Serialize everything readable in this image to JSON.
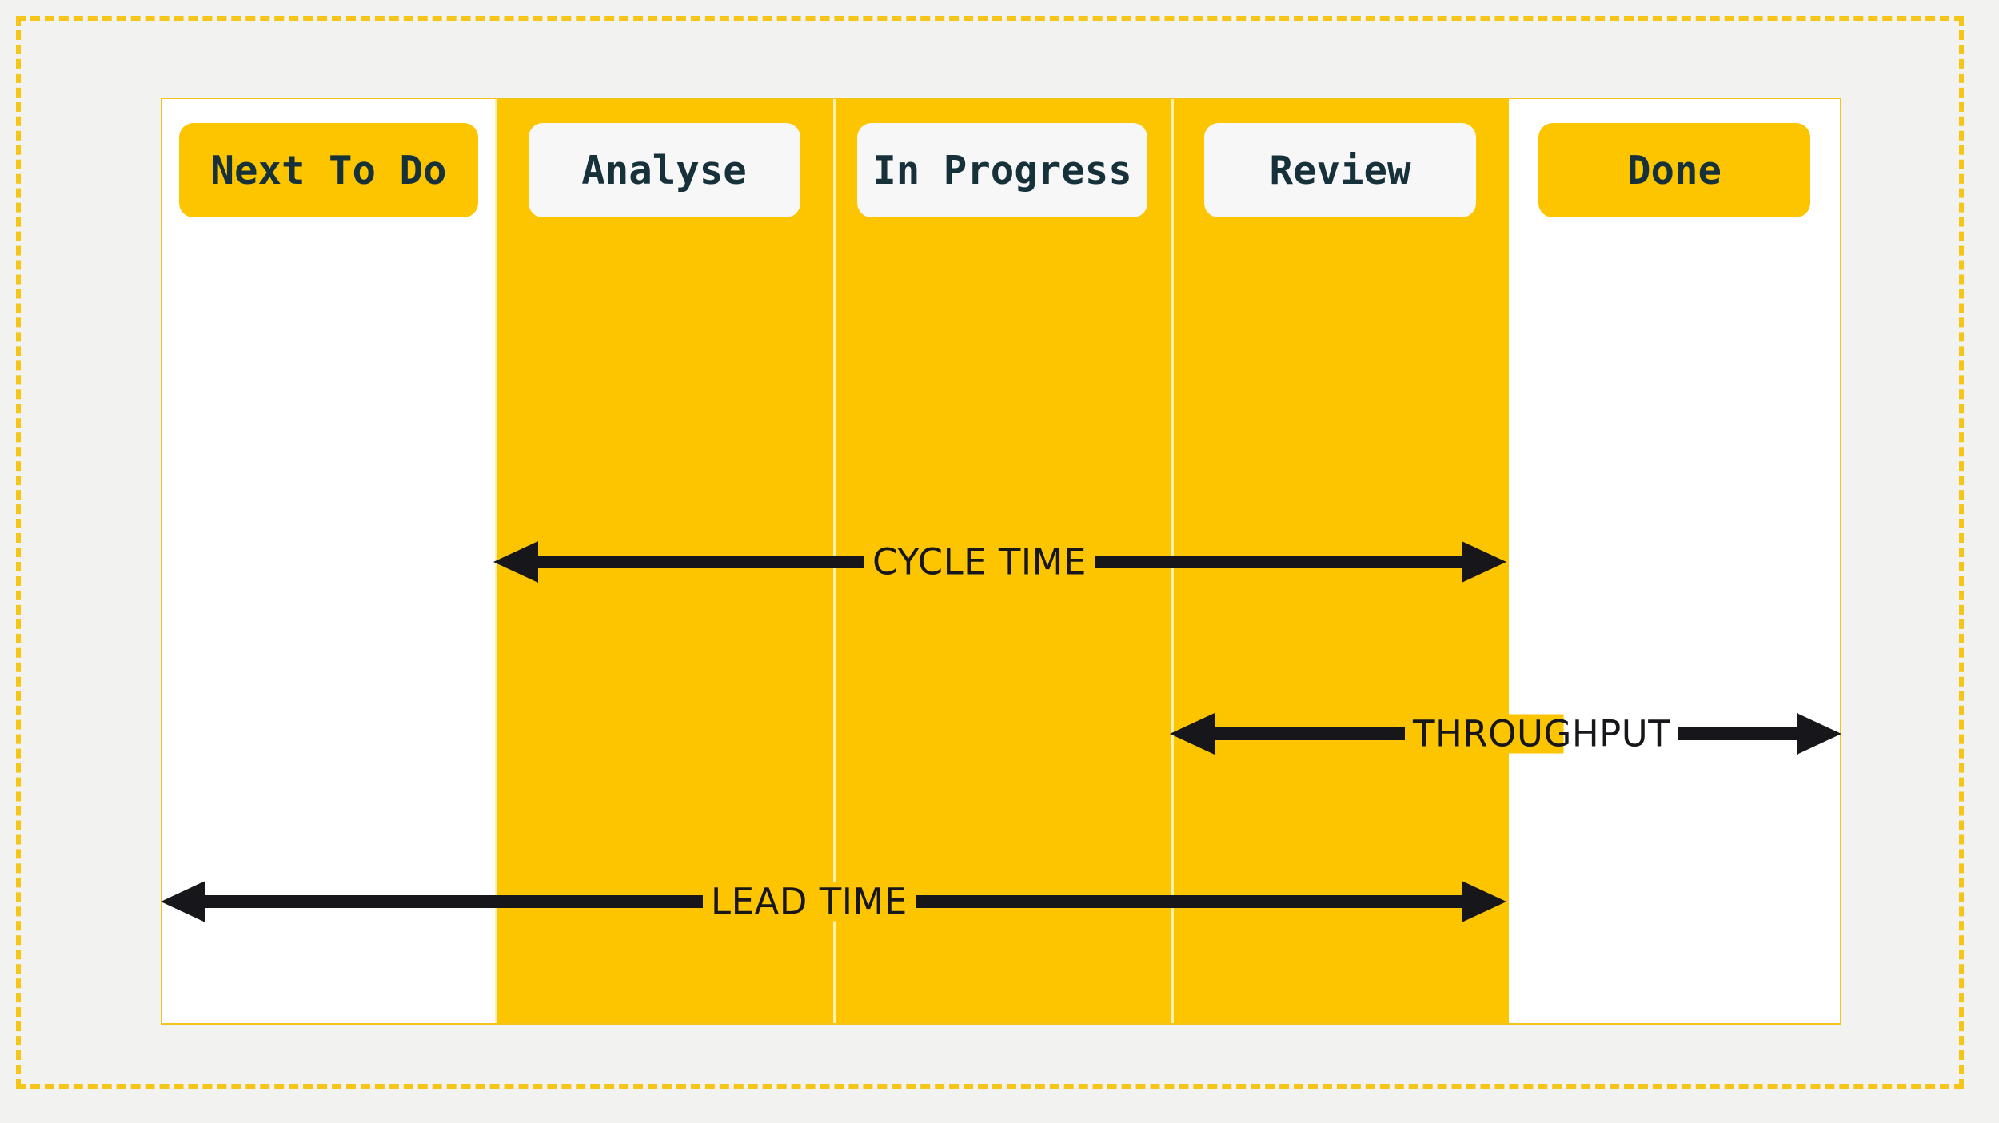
{
  "diagram": {
    "type": "kanban-flow-metrics",
    "background_color": "#f2f2f0",
    "accent_color": "#fcc500",
    "frame_color": "#f5c518",
    "text_color": "#17313b",
    "arrow_color": "#17171b"
  },
  "board": {
    "columns": [
      {
        "id": "next-to-do",
        "label": "Next To Do",
        "state": "queue",
        "fill": "white",
        "pill_style": "filled"
      },
      {
        "id": "analyse",
        "label": "Analyse",
        "state": "in-progress",
        "fill": "yellow",
        "pill_style": "light"
      },
      {
        "id": "in-progress",
        "label": "In Progress",
        "state": "in-progress",
        "fill": "yellow",
        "pill_style": "light"
      },
      {
        "id": "review",
        "label": "Review",
        "state": "in-progress",
        "fill": "yellow",
        "pill_style": "light"
      },
      {
        "id": "done",
        "label": "Done",
        "state": "terminal",
        "fill": "white",
        "pill_style": "filled"
      }
    ]
  },
  "measures": [
    {
      "id": "cycle-time",
      "label": "CYCLE TIME",
      "start_column": "analyse",
      "end_column": "done",
      "heads": "both"
    },
    {
      "id": "throughput",
      "label": "THROUGHPUT",
      "start_column": "review",
      "end_column": "done",
      "heads": "both"
    },
    {
      "id": "lead-time",
      "label": "LEAD TIME",
      "start_column": "next-to-do",
      "end_column": "done",
      "heads": "both"
    }
  ]
}
